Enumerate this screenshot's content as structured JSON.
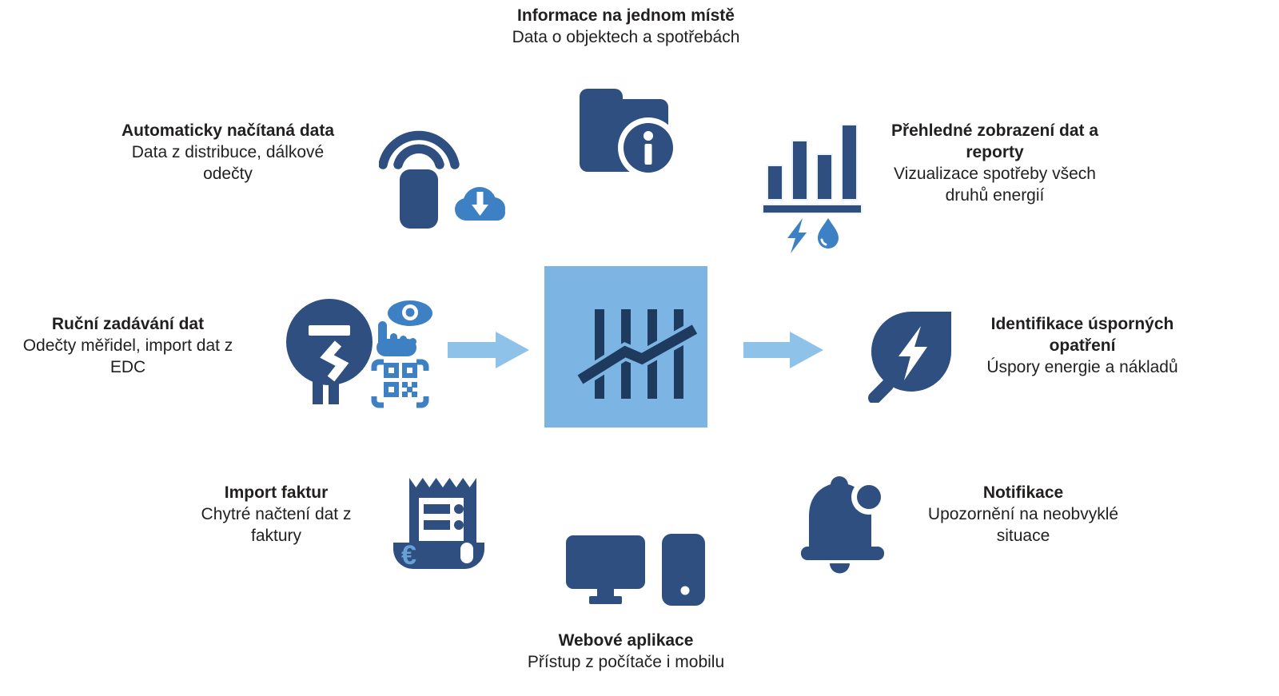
{
  "diagram": {
    "top": {
      "title": "Informace na jednom místě",
      "subtitle": "Data o objektech a spotřebách",
      "icon": "folder-info-icon"
    },
    "top_left": {
      "title": "Automaticky načítaná data",
      "subtitle": "Data z distribuce, dálkové odečty",
      "icon": "device-wifi-cloud-download-icon"
    },
    "top_right": {
      "title": "Přehledné zobrazení dat a reporty",
      "subtitle": "Vizualizace spotřeby všech druhů energií",
      "icon": "bar-chart-energy-water-icon"
    },
    "left": {
      "title": "Ruční zadávání dat",
      "subtitle": "Odečty měřidel, import dat z EDC",
      "icon": "electricity-meter-manual-entry-icon"
    },
    "right": {
      "title": "Identifikace úsporných opatření",
      "subtitle": "Úspory energie a nákladů",
      "icon": "leaf-energy-icon"
    },
    "bottom_left": {
      "title": "Import faktur",
      "subtitle": "Chytré načtení dat z faktury",
      "icon": "invoice-receipt-icon",
      "euro_symbol": "€"
    },
    "bottom": {
      "title": "Webové aplikace",
      "subtitle": "Přístup z počítače i mobilu",
      "icon": "desktop-mobile-icon"
    },
    "bottom_right": {
      "title": "Notifikace",
      "subtitle": "Upozornění na neobvyklé situace",
      "icon": "bell-notification-icon"
    },
    "center": {
      "icon": "energy-dashboard-logo"
    },
    "colors": {
      "navy": "#2e4f80",
      "dark_navy": "#1e3a5f",
      "accent_blue": "#3d80c4",
      "light_blue": "#7cb5e3",
      "arrow_blue": "#8fc2e9",
      "euro_blue": "#66a2d8",
      "text": "#221f1f",
      "background": "#ffffff"
    }
  }
}
